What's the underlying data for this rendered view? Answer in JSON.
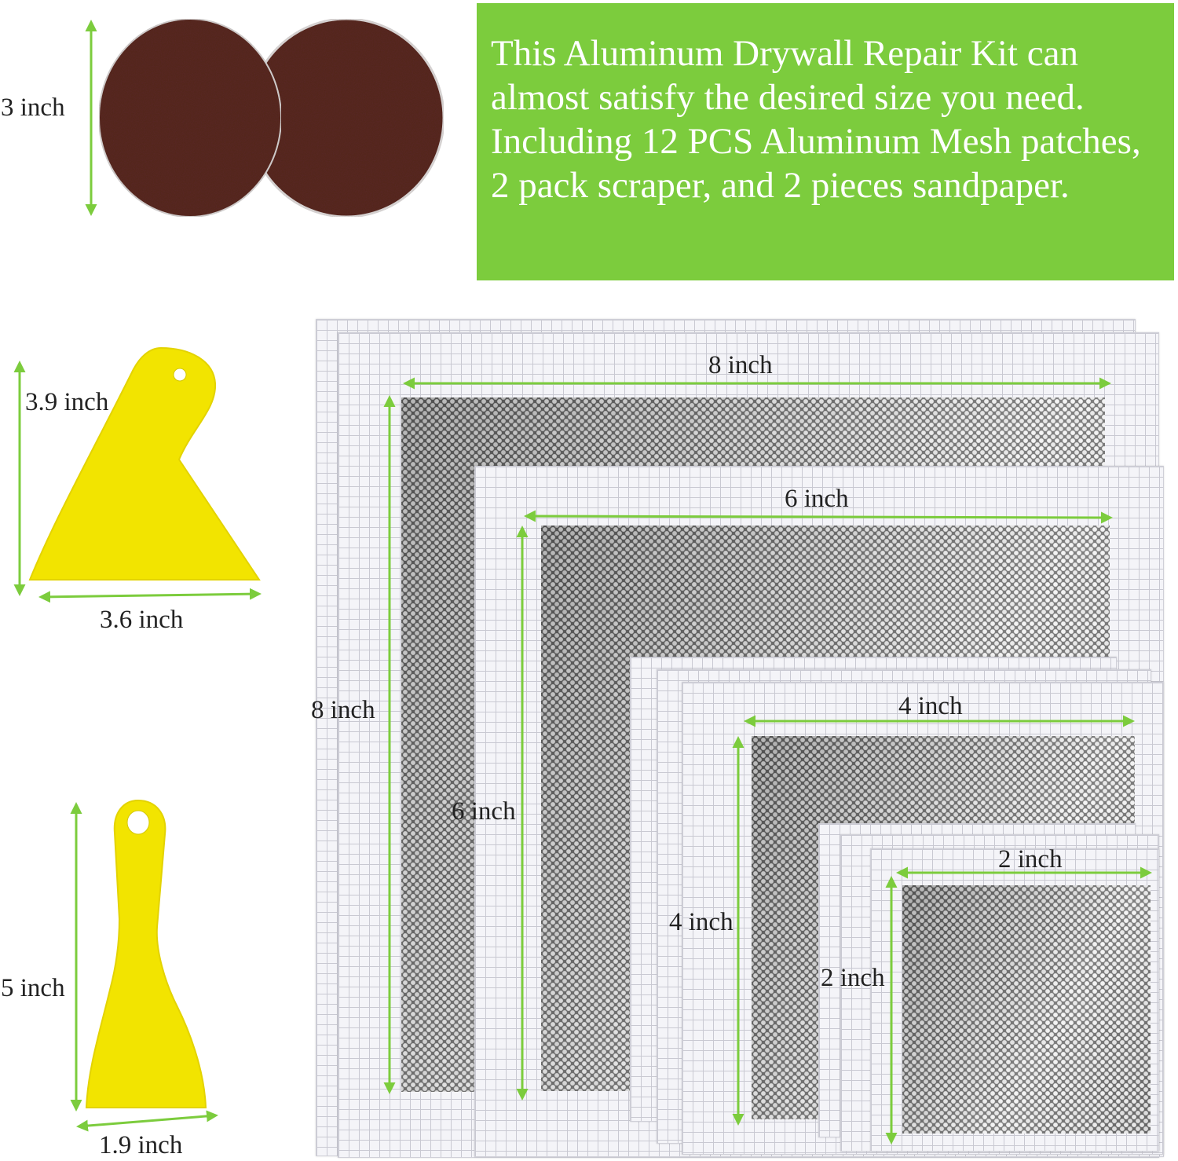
{
  "banner": {
    "text": "This Aluminum Drywall Repair Kit can almost satisfy the desired size you need. Including 12 PCS Aluminum Mesh patches, 2 pack scraper, and 2 pieces sandpaper.",
    "color": "#7ccc3d"
  },
  "colors": {
    "arrow": "#7ccc3d",
    "sandpaper": "#5a2a22",
    "scraper": "#f2e400",
    "mesh_border": "#f4f4f8"
  },
  "sandpaper": {
    "height_label": "3 inch"
  },
  "scraper_large": {
    "height_label": "3.9 inch",
    "width_label": "3.6 inch"
  },
  "scraper_small": {
    "height_label": "5 inch",
    "width_label": "1.9 inch"
  },
  "patches": {
    "p8": {
      "width_label": "8 inch",
      "height_label": "8 inch"
    },
    "p6": {
      "width_label": "6 inch",
      "height_label": "6 inch"
    },
    "p4": {
      "width_label": "4 inch",
      "height_label": "4 inch"
    },
    "p2": {
      "width_label": "2 inch",
      "height_label": "2 inch"
    }
  }
}
